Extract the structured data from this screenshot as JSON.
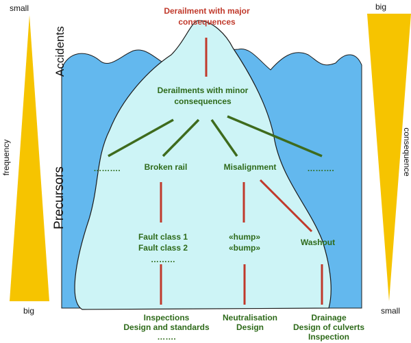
{
  "colors": {
    "water": "#63b8ee",
    "iceberg": "#cdf4f6",
    "iceberg_stroke": "#1a1a1a",
    "triangle": "#f6c400",
    "text_green": "#2e6a1a",
    "text_red": "#c0392b",
    "edge_red": "#c0392b",
    "edge_green": "#3e6b1d"
  },
  "top_event": {
    "line1": "Derailment with major",
    "line2": "consequences"
  },
  "sections": {
    "accidents": "Accidents",
    "precursors": "Precursors"
  },
  "frequency_scale": {
    "top": "small",
    "label": "frequency",
    "bottom": "big"
  },
  "consequence_scale": {
    "top": "big",
    "label": "consequence",
    "bottom": "small"
  },
  "nodes": {
    "minor_line1": "Derailments with minor",
    "minor_line2": "consequences",
    "left_dots": "……….",
    "broken_rail": "Broken rail",
    "misalignment": "Misalignment",
    "right_dots": "……….",
    "fault_class_1": "Fault class 1",
    "fault_class_2": "Fault class 2",
    "fault_dots": "………",
    "hump": "«hump»",
    "bump": "«bump»",
    "washout": "Washout"
  },
  "measures": {
    "left": [
      "Inspections",
      "Design and standards",
      "……."
    ],
    "center": [
      "Neutralisation",
      "Design"
    ],
    "right": [
      "Drainage",
      "Design of culverts",
      "Inspection"
    ]
  }
}
